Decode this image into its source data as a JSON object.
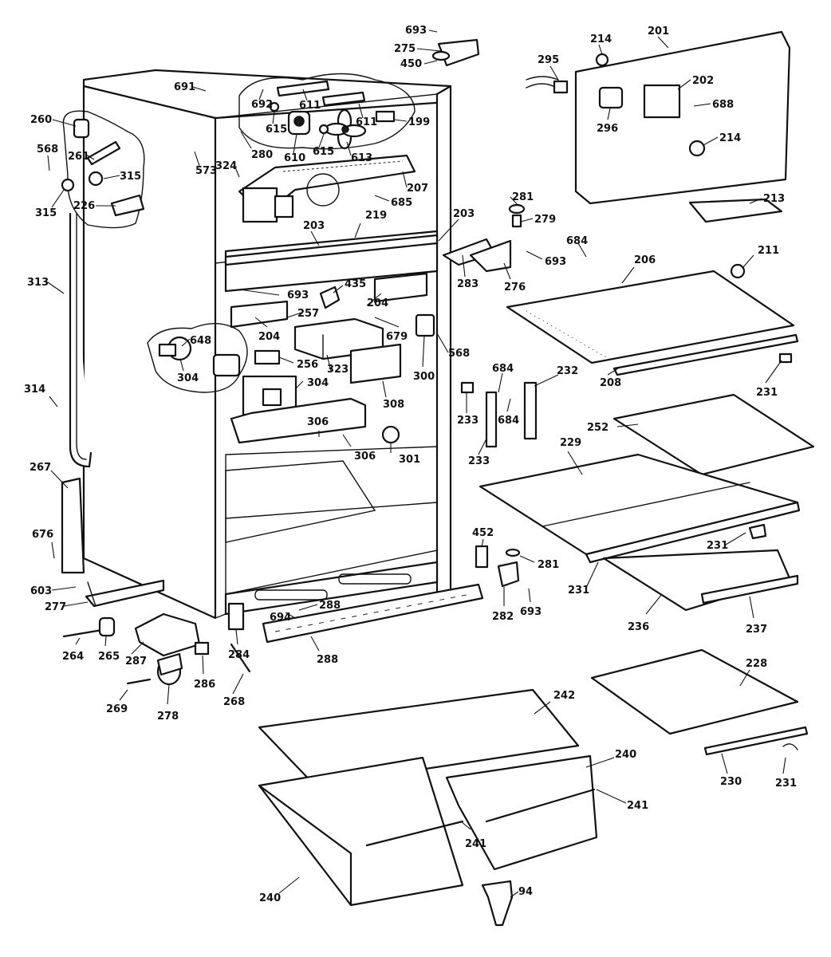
{
  "callouts": [
    {
      "id": "693-top",
      "text": "693"
    },
    {
      "id": "275",
      "text": "275"
    },
    {
      "id": "450",
      "text": "450"
    },
    {
      "id": "295",
      "text": "295"
    },
    {
      "id": "214-top",
      "text": "214"
    },
    {
      "id": "201",
      "text": "201"
    },
    {
      "id": "202",
      "text": "202"
    },
    {
      "id": "688",
      "text": "688"
    },
    {
      "id": "296",
      "text": "296"
    },
    {
      "id": "214-mid",
      "text": "214"
    },
    {
      "id": "213",
      "text": "213"
    },
    {
      "id": "691",
      "text": "691"
    },
    {
      "id": "692",
      "text": "692"
    },
    {
      "id": "611-a",
      "text": "611"
    },
    {
      "id": "611-b",
      "text": "611"
    },
    {
      "id": "199",
      "text": "199"
    },
    {
      "id": "615-a",
      "text": "615"
    },
    {
      "id": "615-b",
      "text": "615"
    },
    {
      "id": "610",
      "text": "610"
    },
    {
      "id": "613",
      "text": "613"
    },
    {
      "id": "260",
      "text": "260"
    },
    {
      "id": "261",
      "text": "261"
    },
    {
      "id": "280",
      "text": "280"
    },
    {
      "id": "568-left",
      "text": "568"
    },
    {
      "id": "573",
      "text": "573"
    },
    {
      "id": "324",
      "text": "324"
    },
    {
      "id": "315-a",
      "text": "315"
    },
    {
      "id": "315-b",
      "text": "315"
    },
    {
      "id": "226",
      "text": "226"
    },
    {
      "id": "207",
      "text": "207"
    },
    {
      "id": "685",
      "text": "685"
    },
    {
      "id": "281-top",
      "text": "281"
    },
    {
      "id": "279",
      "text": "279"
    },
    {
      "id": "203-a",
      "text": "203"
    },
    {
      "id": "219",
      "text": "219"
    },
    {
      "id": "203-b",
      "text": "203"
    },
    {
      "id": "684-top",
      "text": "684"
    },
    {
      "id": "693-mid",
      "text": "693"
    },
    {
      "id": "206",
      "text": "206"
    },
    {
      "id": "211",
      "text": "211"
    },
    {
      "id": "283",
      "text": "283"
    },
    {
      "id": "276",
      "text": "276"
    },
    {
      "id": "313",
      "text": "313"
    },
    {
      "id": "693-left",
      "text": "693"
    },
    {
      "id": "435",
      "text": "435"
    },
    {
      "id": "204-a",
      "text": "204"
    },
    {
      "id": "257",
      "text": "257"
    },
    {
      "id": "204-b",
      "text": "204"
    },
    {
      "id": "679",
      "text": "679"
    },
    {
      "id": "568-mid",
      "text": "568"
    },
    {
      "id": "648",
      "text": "648"
    },
    {
      "id": "256",
      "text": "256"
    },
    {
      "id": "323",
      "text": "323"
    },
    {
      "id": "300",
      "text": "300"
    },
    {
      "id": "304-a",
      "text": "304"
    },
    {
      "id": "304-b",
      "text": "304"
    },
    {
      "id": "208",
      "text": "208"
    },
    {
      "id": "231-a",
      "text": "231"
    },
    {
      "id": "684-mid",
      "text": "684"
    },
    {
      "id": "232",
      "text": "232"
    },
    {
      "id": "314",
      "text": "314"
    },
    {
      "id": "308",
      "text": "308"
    },
    {
      "id": "233-a",
      "text": "233"
    },
    {
      "id": "684-b",
      "text": "684"
    },
    {
      "id": "252",
      "text": "252"
    },
    {
      "id": "306-a",
      "text": "306"
    },
    {
      "id": "306-b",
      "text": "306"
    },
    {
      "id": "301",
      "text": "301"
    },
    {
      "id": "229",
      "text": "229"
    },
    {
      "id": "233-b",
      "text": "233"
    },
    {
      "id": "267",
      "text": "267"
    },
    {
      "id": "676",
      "text": "676"
    },
    {
      "id": "452",
      "text": "452"
    },
    {
      "id": "281-mid",
      "text": "281"
    },
    {
      "id": "231-b",
      "text": "231"
    },
    {
      "id": "231-c",
      "text": "231"
    },
    {
      "id": "603",
      "text": "603"
    },
    {
      "id": "277",
      "text": "277"
    },
    {
      "id": "694",
      "text": "694"
    },
    {
      "id": "288-a",
      "text": "288"
    },
    {
      "id": "282",
      "text": "282"
    },
    {
      "id": "693-low",
      "text": "693"
    },
    {
      "id": "236",
      "text": "236"
    },
    {
      "id": "237",
      "text": "237"
    },
    {
      "id": "264",
      "text": "264"
    },
    {
      "id": "265",
      "text": "265"
    },
    {
      "id": "287",
      "text": "287"
    },
    {
      "id": "288-b",
      "text": "288"
    },
    {
      "id": "284",
      "text": "284"
    },
    {
      "id": "228",
      "text": "228"
    },
    {
      "id": "286",
      "text": "286"
    },
    {
      "id": "269",
      "text": "269"
    },
    {
      "id": "278",
      "text": "278"
    },
    {
      "id": "268",
      "text": "268"
    },
    {
      "id": "242",
      "text": "242"
    },
    {
      "id": "240-a",
      "text": "240"
    },
    {
      "id": "241-a",
      "text": "241"
    },
    {
      "id": "241-b",
      "text": "241"
    },
    {
      "id": "230",
      "text": "230"
    },
    {
      "id": "231-d",
      "text": "231"
    },
    {
      "id": "240-b",
      "text": "240"
    },
    {
      "id": "94",
      "text": "94"
    }
  ]
}
